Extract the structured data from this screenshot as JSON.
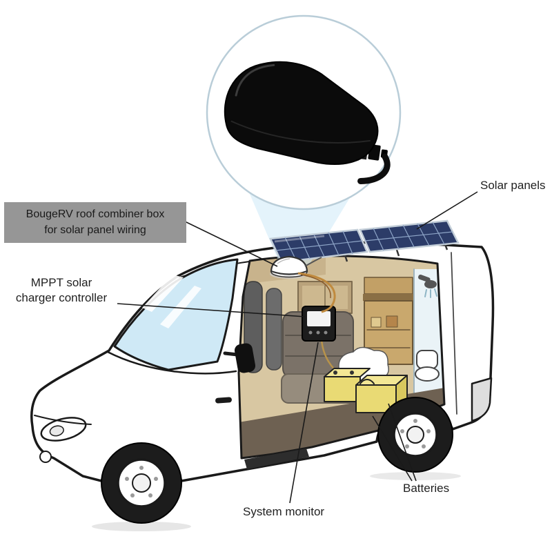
{
  "labels": {
    "solar_panels": "Solar panels",
    "combiner_box_line1": "BougeRV roof combiner box",
    "combiner_box_line2": "for solar panel wiring",
    "mppt_line1": "MPPT solar",
    "mppt_line2": "charger controller",
    "system_monitor": "System monitor",
    "batteries": "Batteries"
  },
  "illustration_parts": [
    "camper-van",
    "solar-panels",
    "roof-combiner-box-dome",
    "mppt-charger-controller",
    "system-monitor-device",
    "batteries",
    "combiner-box-product-inset"
  ],
  "colors": {
    "label_box_bg": "#969696",
    "text": "#1f1f1f",
    "window_blue": "#cfe9f6",
    "beam_blue": "#cdeaf7",
    "panel_navy": "#2c3c68",
    "battery_yellow": "#e9da74",
    "interior_tan": "#d8c7a2",
    "wood": "#c9a86d"
  }
}
